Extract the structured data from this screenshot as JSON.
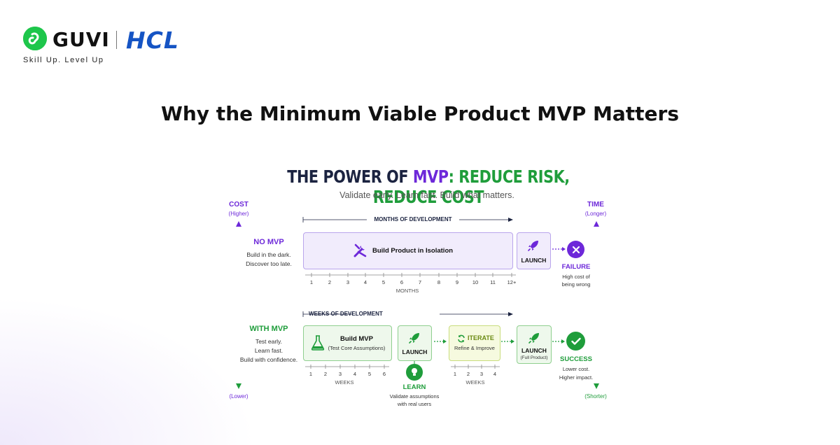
{
  "header": {
    "brand": "GUVI",
    "partner": "HCL",
    "tagline": "Skill Up. Level Up",
    "page_title": "Why the Minimum Viable Product MVP Matters"
  },
  "infographic": {
    "title_part1": "THE POWER OF ",
    "title_part2": "MVP",
    "title_part3": ": REDUCE RISK, REDUCE COST",
    "subtitle": "Validate early. Learn fast. Build what matters.",
    "left_axis": {
      "label": "COST",
      "top": "(Higher)",
      "bottom": "(Lower)"
    },
    "right_axis": {
      "label": "TIME",
      "top": "(Longer)",
      "bottom": "(Shorter)"
    },
    "no_mvp": {
      "heading": "NO MVP",
      "desc1": "Build in the dark.",
      "desc2": "Discover too late.",
      "span_label": "MONTHS OF DEVELOPMENT",
      "build_label": "Build Product in Isolation",
      "launch_label": "LAUNCH",
      "outcome": "FAILURE",
      "outcome_desc1": "High cost of",
      "outcome_desc2": "being wrong",
      "ticks": [
        "1",
        "2",
        "3",
        "4",
        "5",
        "6",
        "7",
        "8",
        "9",
        "10",
        "11",
        "12+"
      ],
      "unit": "MONTHS"
    },
    "with_mvp": {
      "heading": "WITH MVP",
      "desc1": "Test early.",
      "desc2": "Learn fast.",
      "desc3": "Build with confidence.",
      "span_label": "WEEKS OF DEVELOPMENT",
      "build_label": "Build MVP",
      "build_sub": "(Test Core Assumptions)",
      "launch_label": "LAUNCH",
      "iterate_label": "ITERATE",
      "iterate_sub": "Refine & Improve",
      "final_launch_label": "LAUNCH",
      "final_launch_sub": "(Full Product)",
      "outcome": "SUCCESS",
      "outcome_desc1": "Lower cost.",
      "outcome_desc2": "Higher impact.",
      "learn_label": "LEARN",
      "learn_desc1": "Validate assumptions",
      "learn_desc2": "with real users",
      "ticks_a": [
        "1",
        "2",
        "3",
        "4",
        "5",
        "6"
      ],
      "ticks_b": [
        "1",
        "2",
        "3",
        "4"
      ],
      "unit": "WEEKS"
    },
    "colors": {
      "purple": "#6d28d9",
      "green": "#1f9d3b",
      "navy": "#1b2340"
    }
  }
}
